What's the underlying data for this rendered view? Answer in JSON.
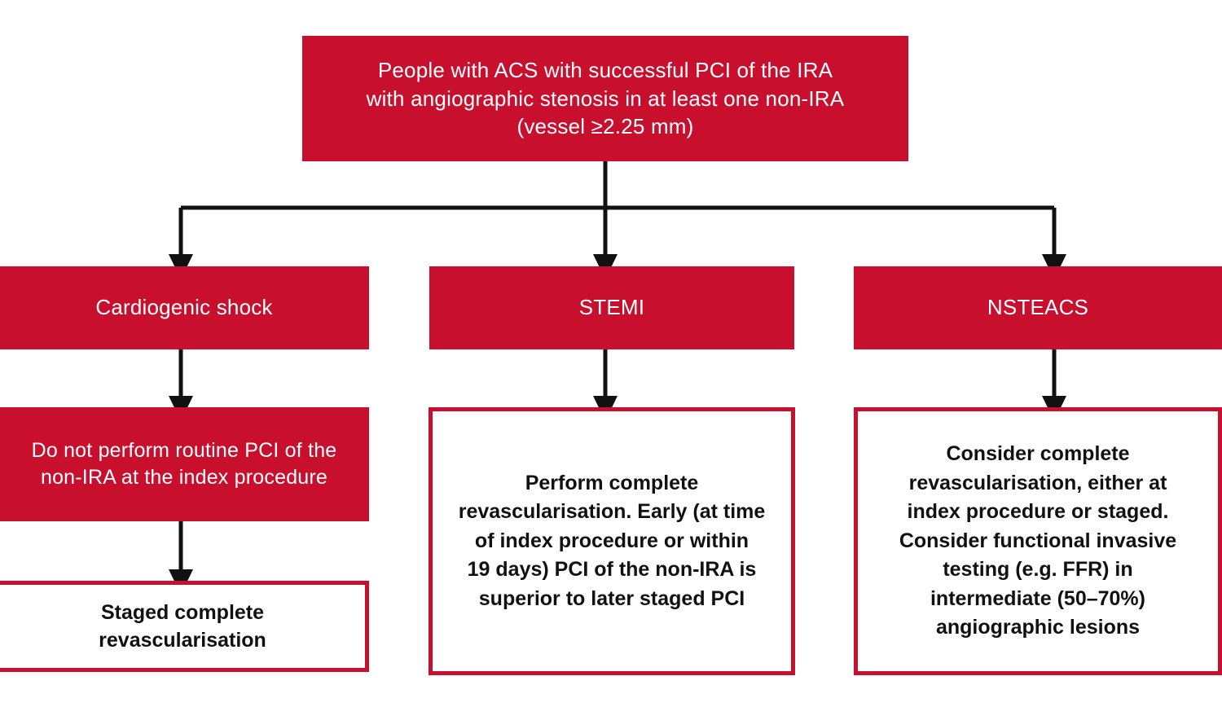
{
  "diagram": {
    "title": "ACS non-IRA revascularisation decision flowchart",
    "colors": {
      "brand_red": "#C8102E",
      "node_text_on_red": "#FFFFFF",
      "node_text_on_white": "#111111",
      "connector": "#111111",
      "background": "#FFFFFF"
    },
    "nodes": {
      "root": {
        "label": "People with ACS with successful PCI of the IRA\nwith angiographic stenosis in at least one non-IRA\n(vessel ≥2.25 mm)",
        "style": "filled-red"
      },
      "branch_cardiogenic_shock": {
        "label": "Cardiogenic shock",
        "style": "filled-red"
      },
      "branch_stemi": {
        "label": "STEMI",
        "style": "filled-red"
      },
      "branch_nsteacs": {
        "label": "NSTEACS",
        "style": "filled-red"
      },
      "outcome_no_routine_pci": {
        "label": "Do not perform routine PCI of the\nnon-IRA at the index procedure",
        "style": "filled-red"
      },
      "outcome_staged_complete_revasc": {
        "label": "Staged complete\nrevascularisation",
        "style": "white-red-outline"
      },
      "outcome_perform_complete_revasc": {
        "label": "Perform complete\nrevascularisation. Early (at time\nof index procedure or within\n19 days) PCI of the non-IRA is\nsuperior to later staged PCI",
        "style": "white-red-outline"
      },
      "outcome_consider_complete_revasc": {
        "label": "Consider complete\nrevascularisation, either at\nindex procedure or staged.\nConsider functional invasive\ntesting (e.g. FFR) in\nintermediate (50–70%)\nangiographic lesions",
        "style": "white-red-outline"
      }
    },
    "connectors": [
      {
        "name": "root-to-split",
        "from": "root",
        "to": "split-bus",
        "arrow": false
      },
      {
        "name": "split-to-cardiogenic-shock",
        "from": "split-bus",
        "to": "branch_cardiogenic_shock",
        "arrow": true
      },
      {
        "name": "split-to-stemi",
        "from": "split-bus",
        "to": "branch_stemi",
        "arrow": true
      },
      {
        "name": "split-to-nsteacs",
        "from": "split-bus",
        "to": "branch_nsteacs",
        "arrow": true
      },
      {
        "name": "cardiogenic-shock-to-no-routine-pci",
        "from": "branch_cardiogenic_shock",
        "to": "outcome_no_routine_pci",
        "arrow": true
      },
      {
        "name": "no-routine-pci-to-staged-complete-revasc",
        "from": "outcome_no_routine_pci",
        "to": "outcome_staged_complete_revasc",
        "arrow": true
      },
      {
        "name": "stemi-to-perform-complete-revasc",
        "from": "branch_stemi",
        "to": "outcome_perform_complete_revasc",
        "arrow": true
      },
      {
        "name": "nsteacs-to-consider-complete-revasc",
        "from": "branch_nsteacs",
        "to": "outcome_consider_complete_revasc",
        "arrow": true
      }
    ]
  }
}
